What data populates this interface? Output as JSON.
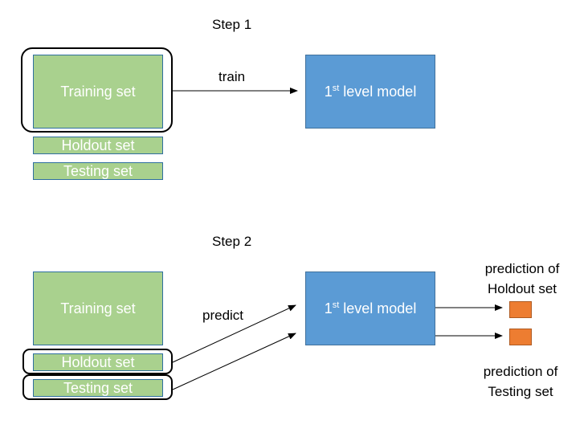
{
  "step1": {
    "title": "Step 1",
    "training_set": "Training set",
    "holdout_set": "Holdout set",
    "testing_set": "Testing set",
    "arrow_label": "train",
    "model": {
      "prefix": "1",
      "superscript": "st",
      "suffix": " level model"
    }
  },
  "step2": {
    "title": "Step 2",
    "training_set": "Training set",
    "holdout_set": "Holdout set",
    "testing_set": "Testing set",
    "arrow_label": "predict",
    "model": {
      "prefix": "1",
      "superscript": "st",
      "suffix": " level model"
    },
    "prediction_holdout": [
      "prediction of",
      "Holdout set"
    ],
    "prediction_testing": [
      "prediction of",
      "Testing set"
    ]
  },
  "colors": {
    "green": "#a9d18e",
    "blue": "#5b9bd5",
    "orange": "#ed7d31"
  }
}
